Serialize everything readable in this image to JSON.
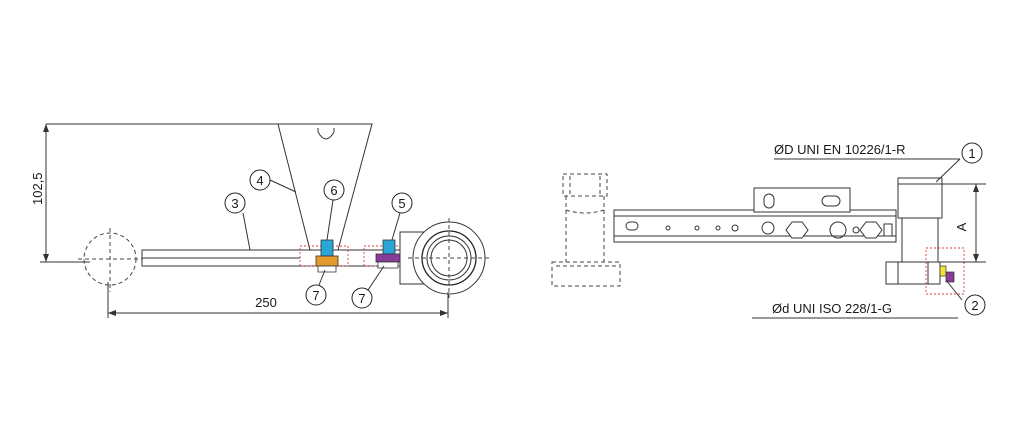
{
  "left_view": {
    "dim_height": "102,5",
    "dim_length": "250",
    "callouts": [
      "3",
      "4",
      "6",
      "5",
      "7",
      "7"
    ]
  },
  "right_view": {
    "label_top": "ØD UNI EN 10226/1-R",
    "label_bottom": "Ød UNI ISO 228/1-G",
    "dim_a": "A",
    "callouts": [
      "1",
      "2"
    ]
  },
  "colors": {
    "blue_bolt": "#29a8d8",
    "purple_nut": "#8a3c9a",
    "yellow_seal": "#f2e23a",
    "orange_washer": "#e59a2e",
    "red_hidden": "#e23a3a"
  }
}
